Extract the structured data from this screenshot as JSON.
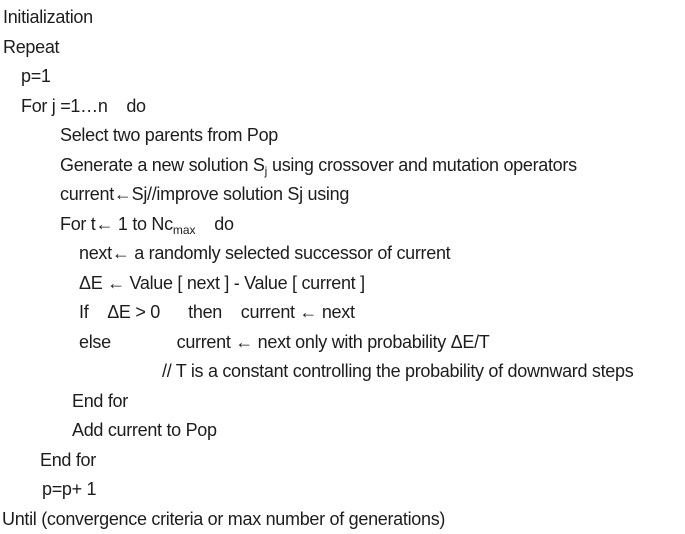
{
  "colors": {
    "background": "#ffffff",
    "text": "#1d1d1d"
  },
  "pseudocode": {
    "lines": [
      {
        "indent": 3,
        "segments": [
          {
            "text": "Initialization"
          }
        ]
      },
      {
        "indent": 3,
        "segments": [
          {
            "text": "Repeat"
          }
        ]
      },
      {
        "indent": 21,
        "segments": [
          {
            "text": "p=1"
          }
        ]
      },
      {
        "indent": 21,
        "segments": [
          {
            "text": "For j =1…n    do"
          }
        ]
      },
      {
        "indent": 60,
        "segments": [
          {
            "text": "Select two parents from Pop"
          }
        ]
      },
      {
        "indent": 60,
        "segments": [
          {
            "text": "Generate a new solution S"
          },
          {
            "text": "j",
            "sub": true
          },
          {
            "text": " using crossover and mutation operators"
          }
        ]
      },
      {
        "indent": 60,
        "segments": [
          {
            "text": "current←Sj//improve solution Sj using"
          }
        ]
      },
      {
        "indent": 60,
        "segments": [
          {
            "text": "For t← 1 to Nc"
          },
          {
            "text": "max",
            "sub": true
          },
          {
            "text": "    do"
          }
        ]
      },
      {
        "indent": 79,
        "segments": [
          {
            "text": "next← a randomly selected successor of current"
          }
        ]
      },
      {
        "indent": 79,
        "segments": [
          {
            "text": "ΔE ← Value [ next ] - Value [ current ]"
          }
        ]
      },
      {
        "indent": 79,
        "segments": [
          {
            "text": "If    ΔE > 0      then    current ← next"
          }
        ]
      },
      {
        "indent": 79,
        "segments": [
          {
            "text": "else              current ← next only with probability ΔE/T"
          }
        ]
      },
      {
        "indent": 162,
        "segments": [
          {
            "text": "// T is a constant controlling the probability of downward steps"
          }
        ]
      },
      {
        "indent": 72,
        "segments": [
          {
            "text": "End for"
          }
        ]
      },
      {
        "indent": 72,
        "segments": [
          {
            "text": "Add current to Pop"
          }
        ]
      },
      {
        "indent": 40,
        "segments": [
          {
            "text": "End for"
          }
        ]
      },
      {
        "indent": 42,
        "segments": [
          {
            "text": "p=p+ 1"
          }
        ]
      },
      {
        "indent": 2,
        "segments": [
          {
            "text": "Until (convergence criteria or max number of generations)"
          }
        ]
      }
    ]
  }
}
